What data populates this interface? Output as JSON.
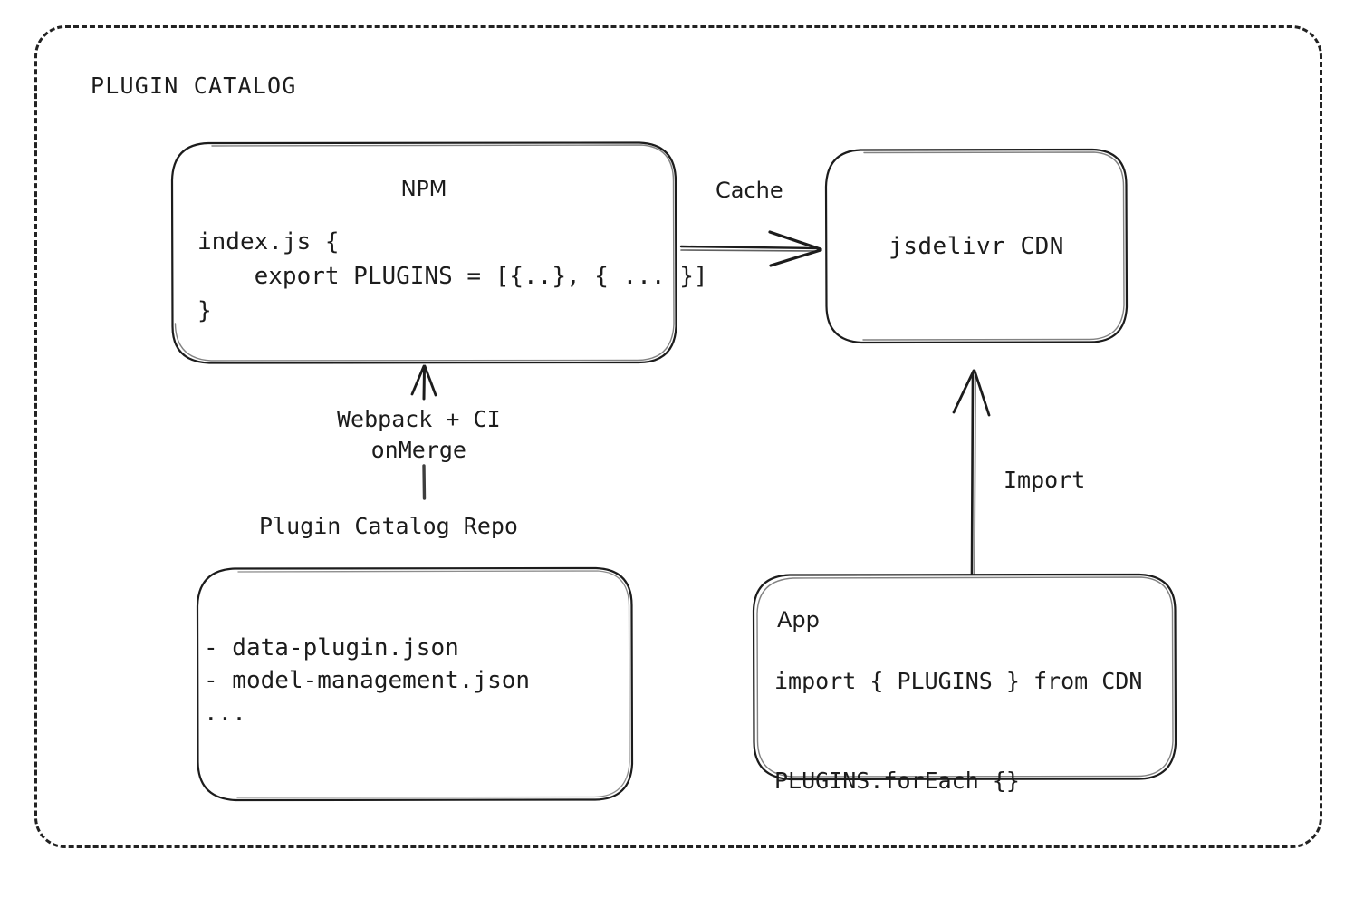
{
  "diagram": {
    "frame_title": "PLUGIN CATALOG",
    "accent_color": "#1c1c1c",
    "background_color": "#ffffff"
  },
  "nodes": {
    "npm": {
      "title": "NPM",
      "code": "index.js {\n    export PLUGINS = [{..}, { ... }]\n}"
    },
    "cdn": {
      "label": "jsdelivr CDN"
    },
    "repo": {
      "caption": "Plugin Catalog Repo",
      "items": "- data-plugin.json\n- model-management.json\n..."
    },
    "app": {
      "title": "App",
      "code": "import { PLUGINS } from CDN\n\nPLUGINS.forEach {}"
    }
  },
  "edges": {
    "cache": {
      "label": "Cache",
      "from": "npm",
      "to": "cdn",
      "direction": "right"
    },
    "build": {
      "label": "Webpack + CI\nonMerge",
      "from": "repo",
      "to": "npm",
      "direction": "up"
    },
    "import": {
      "label": "Import",
      "from": "app",
      "to": "cdn",
      "direction": "up"
    }
  }
}
